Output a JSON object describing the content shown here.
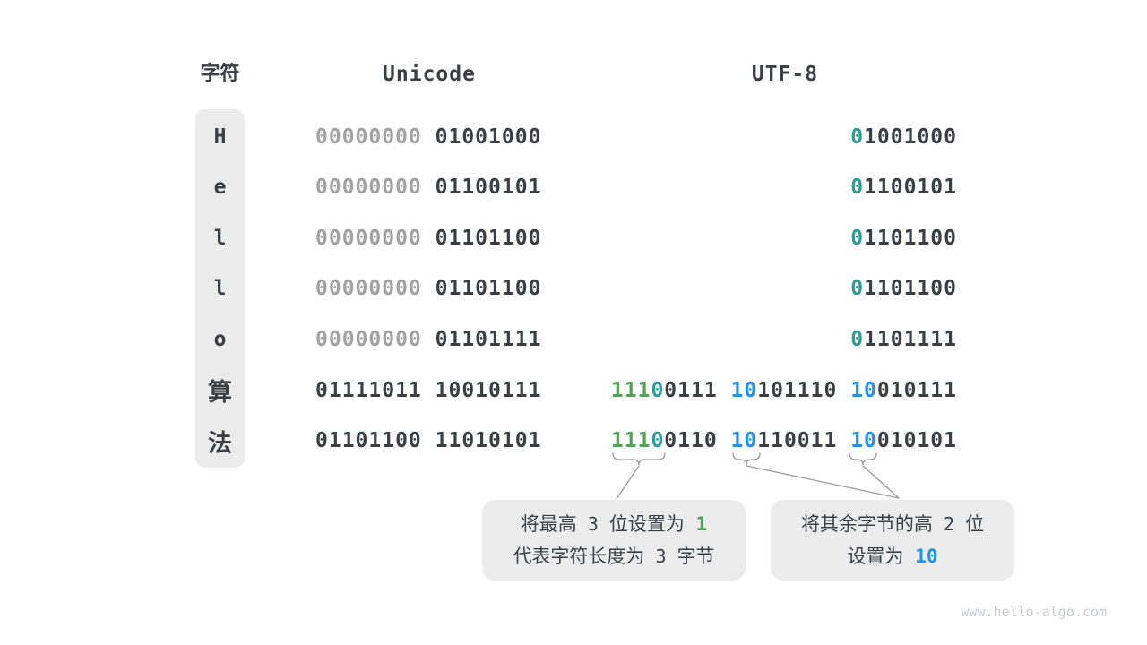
{
  "header": {
    "char": "字符",
    "unicode": "Unicode",
    "utf8": "UTF-8"
  },
  "colors": {
    "dark": "#3b3f44",
    "gray_leading_zeros": "#a2a2a2",
    "teal_prefix_zero": "#2e9a9a",
    "green_prefix_ones": "#53a158",
    "blue_continuation": "#2492e8",
    "box_background": "#ececec",
    "watermark": "#c9cbcd"
  },
  "rows": [
    {
      "char": "H",
      "unicode": [
        [
          {
            "t": "00000000",
            "c": "gray"
          }
        ],
        [
          {
            "t": "01001000",
            "c": "dark"
          }
        ]
      ],
      "utf8": [
        [
          {
            "t": "0",
            "c": "teal"
          },
          {
            "t": "1001000",
            "c": "dark"
          }
        ]
      ]
    },
    {
      "char": "e",
      "unicode": [
        [
          {
            "t": "00000000",
            "c": "gray"
          }
        ],
        [
          {
            "t": "01100101",
            "c": "dark"
          }
        ]
      ],
      "utf8": [
        [
          {
            "t": "0",
            "c": "teal"
          },
          {
            "t": "1100101",
            "c": "dark"
          }
        ]
      ]
    },
    {
      "char": "l",
      "unicode": [
        [
          {
            "t": "00000000",
            "c": "gray"
          }
        ],
        [
          {
            "t": "01101100",
            "c": "dark"
          }
        ]
      ],
      "utf8": [
        [
          {
            "t": "0",
            "c": "teal"
          },
          {
            "t": "1101100",
            "c": "dark"
          }
        ]
      ]
    },
    {
      "char": "l",
      "unicode": [
        [
          {
            "t": "00000000",
            "c": "gray"
          }
        ],
        [
          {
            "t": "01101100",
            "c": "dark"
          }
        ]
      ],
      "utf8": [
        [
          {
            "t": "0",
            "c": "teal"
          },
          {
            "t": "1101100",
            "c": "dark"
          }
        ]
      ]
    },
    {
      "char": "o",
      "unicode": [
        [
          {
            "t": "00000000",
            "c": "gray"
          }
        ],
        [
          {
            "t": "01101111",
            "c": "dark"
          }
        ]
      ],
      "utf8": [
        [
          {
            "t": "0",
            "c": "teal"
          },
          {
            "t": "1101111",
            "c": "dark"
          }
        ]
      ]
    },
    {
      "char": "算",
      "unicode": [
        [
          {
            "t": "01111011",
            "c": "dark"
          }
        ],
        [
          {
            "t": "10010111",
            "c": "dark"
          }
        ]
      ],
      "utf8": [
        [
          {
            "t": "111",
            "c": "green"
          },
          {
            "t": "0",
            "c": "teal"
          },
          {
            "t": "0111",
            "c": "dark"
          }
        ],
        [
          {
            "t": "10",
            "c": "blue"
          },
          {
            "t": "101110",
            "c": "dark"
          }
        ],
        [
          {
            "t": "10",
            "c": "blue"
          },
          {
            "t": "010111",
            "c": "dark"
          }
        ]
      ]
    },
    {
      "char": "法",
      "unicode": [
        [
          {
            "t": "01101100",
            "c": "dark"
          }
        ],
        [
          {
            "t": "11010101",
            "c": "dark"
          }
        ]
      ],
      "utf8": [
        [
          {
            "t": "111",
            "c": "green"
          },
          {
            "t": "0",
            "c": "teal"
          },
          {
            "t": "0110",
            "c": "dark"
          }
        ],
        [
          {
            "t": "10",
            "c": "blue"
          },
          {
            "t": "110011",
            "c": "dark"
          }
        ],
        [
          {
            "t": "10",
            "c": "blue"
          },
          {
            "t": "010101",
            "c": "dark"
          }
        ]
      ]
    }
  ],
  "callouts": [
    {
      "lines": [
        [
          {
            "t": "将最高",
            "c": "text"
          },
          {
            "t": " 3 ",
            "c": "num"
          },
          {
            "t": "位设置为",
            "c": "text"
          },
          {
            "t": " 1",
            "c": "green"
          }
        ],
        [
          {
            "t": "代表字符长度为",
            "c": "text"
          },
          {
            "t": " 3 ",
            "c": "num"
          },
          {
            "t": "字节",
            "c": "text"
          }
        ]
      ]
    },
    {
      "lines": [
        [
          {
            "t": "将其余字节的高",
            "c": "text"
          },
          {
            "t": " 2 ",
            "c": "num"
          },
          {
            "t": "位",
            "c": "text"
          }
        ],
        [
          {
            "t": "设置为",
            "c": "text"
          },
          {
            "t": " 10",
            "c": "blue"
          }
        ]
      ]
    }
  ],
  "watermark": "www.hello-algo.com"
}
